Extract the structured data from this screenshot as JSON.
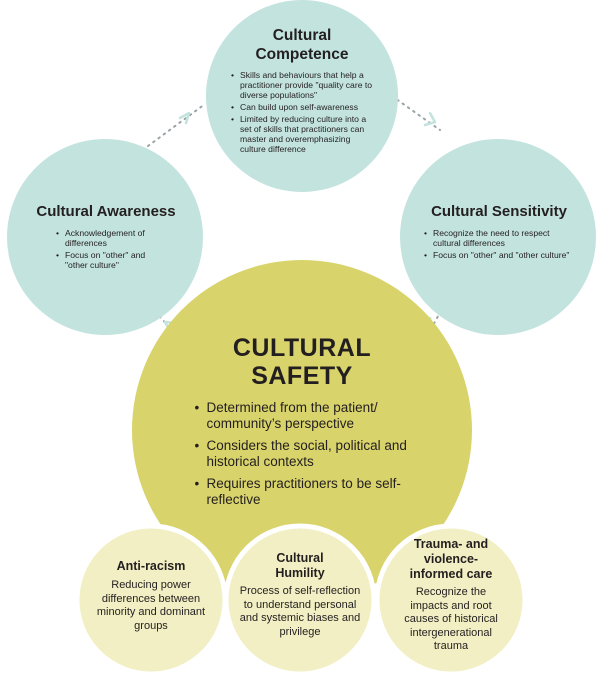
{
  "competence": {
    "title": "Cultural Competence",
    "bullets": [
      "Skills and behaviours that help a practitioner provide \"quality care to diverse populations\"",
      "Can build upon self-awareness",
      "Limited by reducing culture into a set of skills that practitioners can master and overemphasizing culture difference"
    ]
  },
  "awareness": {
    "title": "Cultural Awareness",
    "bullets": [
      "Acknowledgement of differences",
      "Focus on \"other\" and \"other culture\""
    ]
  },
  "sensitivity": {
    "title": "Cultural Sensitivity",
    "bullets": [
      "Recognize the need to respect cultural differences",
      "Focus on \"other\" and \"other culture\""
    ]
  },
  "safety": {
    "title": "CULTURAL SAFETY",
    "bullets": [
      "Determined from the patient/ community’s perspective",
      "Considers the social, political and historical contexts",
      "Requires practitioners to be self-reflective"
    ]
  },
  "antiracism": {
    "title": "Anti-racism",
    "text": "Reducing power differences between minority and dominant groups"
  },
  "humility": {
    "title": "Cultural Humility",
    "text": "Process of self-reflection to understand personal and systemic biases and privilege"
  },
  "trauma": {
    "title": "Trauma- and violence- informed care",
    "text": "Recognize the impacts and root causes of historical intergenerational trauma"
  },
  "colors": {
    "teal": "#c3e3de",
    "yellow_green": "#d8d36a",
    "cream": "#f1efc3",
    "dots": "#9aa3a6"
  }
}
